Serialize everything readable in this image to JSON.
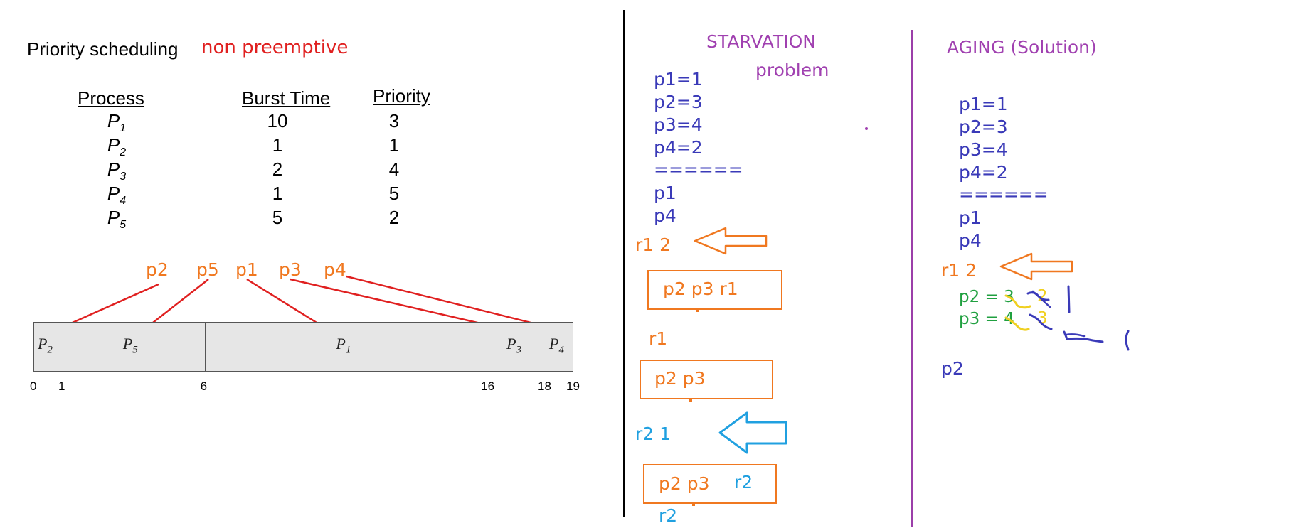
{
  "left": {
    "title": "Priority scheduling",
    "subtitle": "non preemptive",
    "headers": {
      "process": "Process",
      "burst": "Burst Time",
      "priority": "Priority"
    },
    "rows": [
      {
        "p": "P",
        "sub": "1",
        "burst": "10",
        "priority": "3"
      },
      {
        "p": "P",
        "sub": "2",
        "burst": "1",
        "priority": "1"
      },
      {
        "p": "P",
        "sub": "3",
        "burst": "2",
        "priority": "4"
      },
      {
        "p": "P",
        "sub": "4",
        "burst": "1",
        "priority": "5"
      },
      {
        "p": "P",
        "sub": "5",
        "burst": "5",
        "priority": "2"
      }
    ],
    "order": [
      "p2",
      "p5",
      "p1",
      "p3",
      "p4"
    ],
    "gantt": {
      "segments": [
        {
          "p": "P",
          "sub": "2",
          "start": 0,
          "end": 1
        },
        {
          "p": "P",
          "sub": "5",
          "start": 1,
          "end": 6
        },
        {
          "p": "P",
          "sub": "1",
          "start": 6,
          "end": 16
        },
        {
          "p": "P",
          "sub": "3",
          "start": 16,
          "end": 18
        },
        {
          "p": "P",
          "sub": "4",
          "start": 18,
          "end": 19
        }
      ],
      "ticks": [
        "0",
        "1",
        "6",
        "16",
        "18",
        "19"
      ]
    }
  },
  "starvation": {
    "title": "STARVATION",
    "subtitle": "problem",
    "list": [
      "p1=1",
      "p2=3",
      "p3=4",
      "p4=2",
      "======",
      "p1",
      "p4"
    ],
    "r1": "r1  2",
    "box1": "p2 p3 r1",
    "r1_label": "r1",
    "box2": "p2 p3",
    "r2": "r2 1",
    "box3_a": "p2 p3",
    "box3_b": "r2",
    "r2_label": "r2"
  },
  "aging": {
    "title": "AGING (Solution)",
    "list": [
      "p1=1",
      "p2=3",
      "p3=4",
      "p4=2",
      "======",
      "p1",
      "p4"
    ],
    "r1": "r1  2",
    "p2_line": "p2 = 3",
    "p2_new": "2",
    "p3_line": "p3 = 4",
    "p3_new": "3",
    "result": "p2"
  },
  "colors": {
    "red": "#e02020",
    "orange": "#f07820",
    "blue": "#3a3ab8",
    "purple": "#a040b0",
    "cyan": "#20a0e0",
    "green": "#20a040",
    "yellow": "#f0d020"
  }
}
